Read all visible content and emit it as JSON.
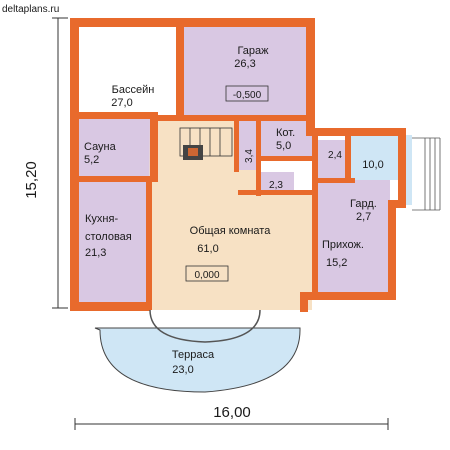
{
  "site": "deltaplans.ru",
  "dimensions": {
    "width": "16,00",
    "height": "15,20"
  },
  "rooms": {
    "pool": {
      "name": "Бассейн",
      "area": "27,0"
    },
    "garage": {
      "name": "Гараж",
      "area": "26,3",
      "level": "-0,500"
    },
    "sauna": {
      "name": "Сауна",
      "area": "5,2"
    },
    "boiler": {
      "name": "Кот.",
      "area": "5,0"
    },
    "stair": {
      "area": "3,4"
    },
    "wc": {
      "area": "2,3"
    },
    "hall_small": {
      "area": "2,4"
    },
    "porch": {
      "area": "10,0"
    },
    "kitchen": {
      "name_line1": "Кухня-",
      "name_line2": "столовая",
      "area": "21,3"
    },
    "living": {
      "name": "Общая комната",
      "area": "61,0",
      "level": "0,000"
    },
    "wardrobe": {
      "name": "Гард.",
      "area": "2,7"
    },
    "hallway": {
      "name": "Прихож.",
      "area": "15,2"
    },
    "terrace": {
      "name": "Терраса",
      "area": "23,0"
    }
  },
  "colors": {
    "wall": "#e86a2c",
    "pool": "#ffffff",
    "garage": "#d9c8e3",
    "living": "#f7e1c4",
    "purple_rooms": "#d9c8e3",
    "porch": "#cfe6f5",
    "terrace": "#cfe6f5"
  }
}
